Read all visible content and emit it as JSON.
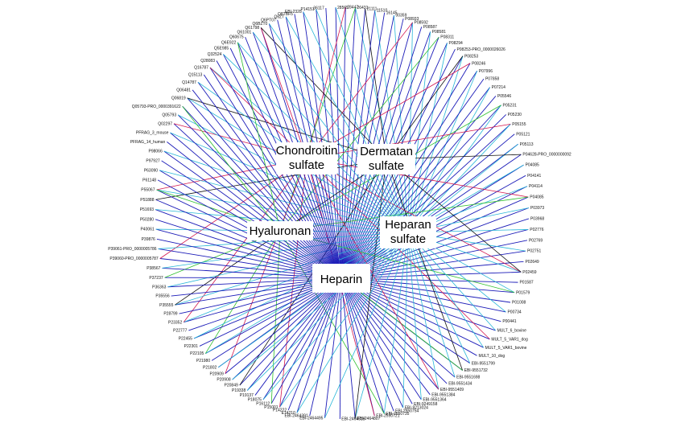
{
  "hubs": [
    {
      "id": "chondroitin",
      "lines": [
        "Chondroitin",
        "sulfate"
      ]
    },
    {
      "id": "dermatan",
      "lines": [
        "Dermatan",
        "sulfate"
      ]
    },
    {
      "id": "hyaluronan",
      "lines": [
        "Hyaluronan"
      ]
    },
    {
      "id": "heparan",
      "lines": [
        "Heparan",
        "sulfate"
      ]
    },
    {
      "id": "heparin",
      "lines": [
        "Heparin"
      ]
    }
  ],
  "edge_colors": {
    "heparin": "#1b1bb8",
    "heparan": "#27b6d8",
    "chondroitin": "#d4164e",
    "dermatan": "#111111",
    "hyaluronan": "#2fc02f"
  },
  "nodes_top": [
    "P14151",
    "36117",
    "28565",
    "28447",
    "26431",
    "21111",
    "11510",
    "16145",
    "00359",
    "P08933",
    "P08592",
    "P08587",
    "P08581",
    "P08311",
    "P08294",
    "P08253-PRO_0000026026",
    "P08253",
    "P08246",
    "P07996",
    "P07858",
    "P07214",
    "P05546",
    "P05231",
    "P05230",
    "P05155",
    "P05121",
    "P05113",
    "P04628-PRO_0000000092",
    "P04085",
    "P04141",
    "P04114",
    "P04085",
    "P03973",
    "P03968",
    "P02776",
    "P02769",
    "P02751",
    "P02649",
    "P02459",
    "P01587",
    "P01579",
    "P01008",
    "P00734",
    "P00441",
    "MULT_6_bovine",
    "MULT_5_VAR1_dog",
    "MULT_5_VAR1_bovine",
    "MULT_10_dog",
    "EBI-9551799",
    "EBI-9551732",
    "EBI-9551698",
    "EBI-9551434",
    "EBI-9551409",
    "EBI-9551384",
    "EBI-9551364",
    "EBI-9249158",
    "EBI-9213024",
    "EBI-2550754",
    "EBI-2550735",
    "EBI-2550721"
  ],
  "nodes_left": [
    "E14210",
    "P14222",
    "P15001",
    "P16112",
    "P18075",
    "P19137",
    "P19338",
    "P20849",
    "P20908",
    "P20909",
    "P21802",
    "P21980",
    "P22105",
    "P22301",
    "P22455",
    "P22777",
    "P23352",
    "P28799",
    "P35555",
    "P35556",
    "P36363",
    "P37237",
    "P38567",
    "P39060-PRO_0000005787",
    "P39061-PRO_0000005786",
    "P39876",
    "P40061",
    "P50280",
    "P51693",
    "P51888",
    "P55067",
    "P61148",
    "P63090",
    "P97927",
    "P98066",
    "PFRAG_14_human",
    "PFRAG_3_mouse",
    "Q02297",
    "Q05793",
    "Q05793-PRO_0000391622",
    "Q06819",
    "Q06481",
    "Q14787",
    "Q15113",
    "Q16787",
    "Q28083",
    "Q32524",
    "Q5E985",
    "Q6E922",
    "Q60675",
    "Q61001",
    "Q61798",
    "Q6BZT0",
    "Q6PT07",
    "Q6ZT",
    "Q8TBF5",
    "EBI-2328"
  ],
  "nodes_bottom": [
    "EBI-2464807",
    "EBI-2464518",
    "EBI-2464495",
    "EBI-2464391"
  ]
}
